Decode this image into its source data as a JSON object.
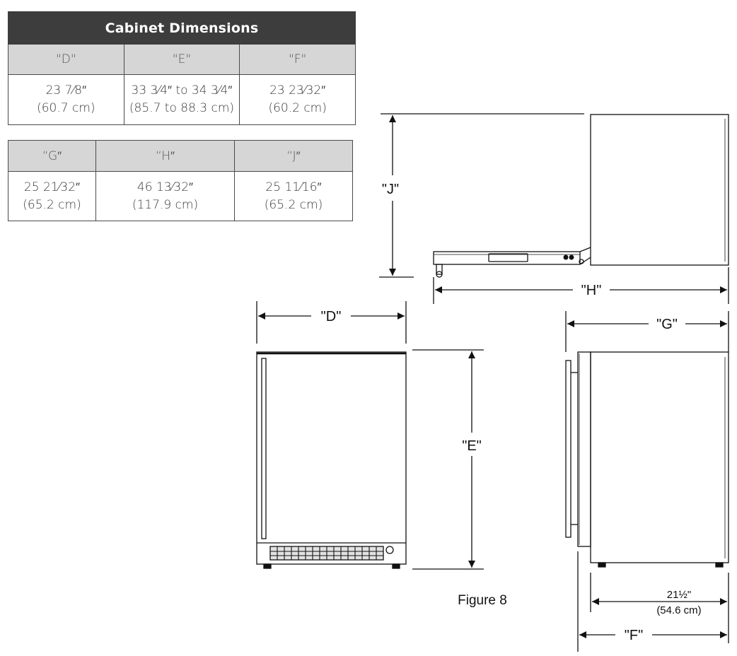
{
  "table_top": {
    "title": "Cabinet Dimensions",
    "headers": [
      "\"D\"",
      "\"E\"",
      "\"F\""
    ],
    "rows": [
      [
        {
          "line1": "23 7⁄8″",
          "line2": "(60.7 cm)"
        },
        {
          "line1": "33 3⁄4″ to 34 3⁄4″",
          "line2": "(85.7 to 88.3 cm)"
        },
        {
          "line1": "23 23⁄32″",
          "line2": "(60.2 cm)"
        }
      ]
    ]
  },
  "table_bottom": {
    "headers": [
      "“G″",
      "“H″",
      "“J″"
    ],
    "rows": [
      [
        {
          "line1": "25 21⁄32″",
          "line2": "(65.2 cm)"
        },
        {
          "line1": "46 13⁄32″",
          "line2": "(117.9 cm)"
        },
        {
          "line1": "25 11⁄16″",
          "line2": "(65.2 cm)"
        }
      ]
    ]
  },
  "drawing": {
    "label_J": "\"J\"",
    "label_H": "\"H\"",
    "label_D": "\"D\"",
    "label_E": "\"E\"",
    "label_G": "\"G\"",
    "label_F": "\"F\"",
    "depth_value": "21½\"",
    "depth_value_metric": "(54.6 cm)",
    "figure_caption": "Figure 8"
  }
}
